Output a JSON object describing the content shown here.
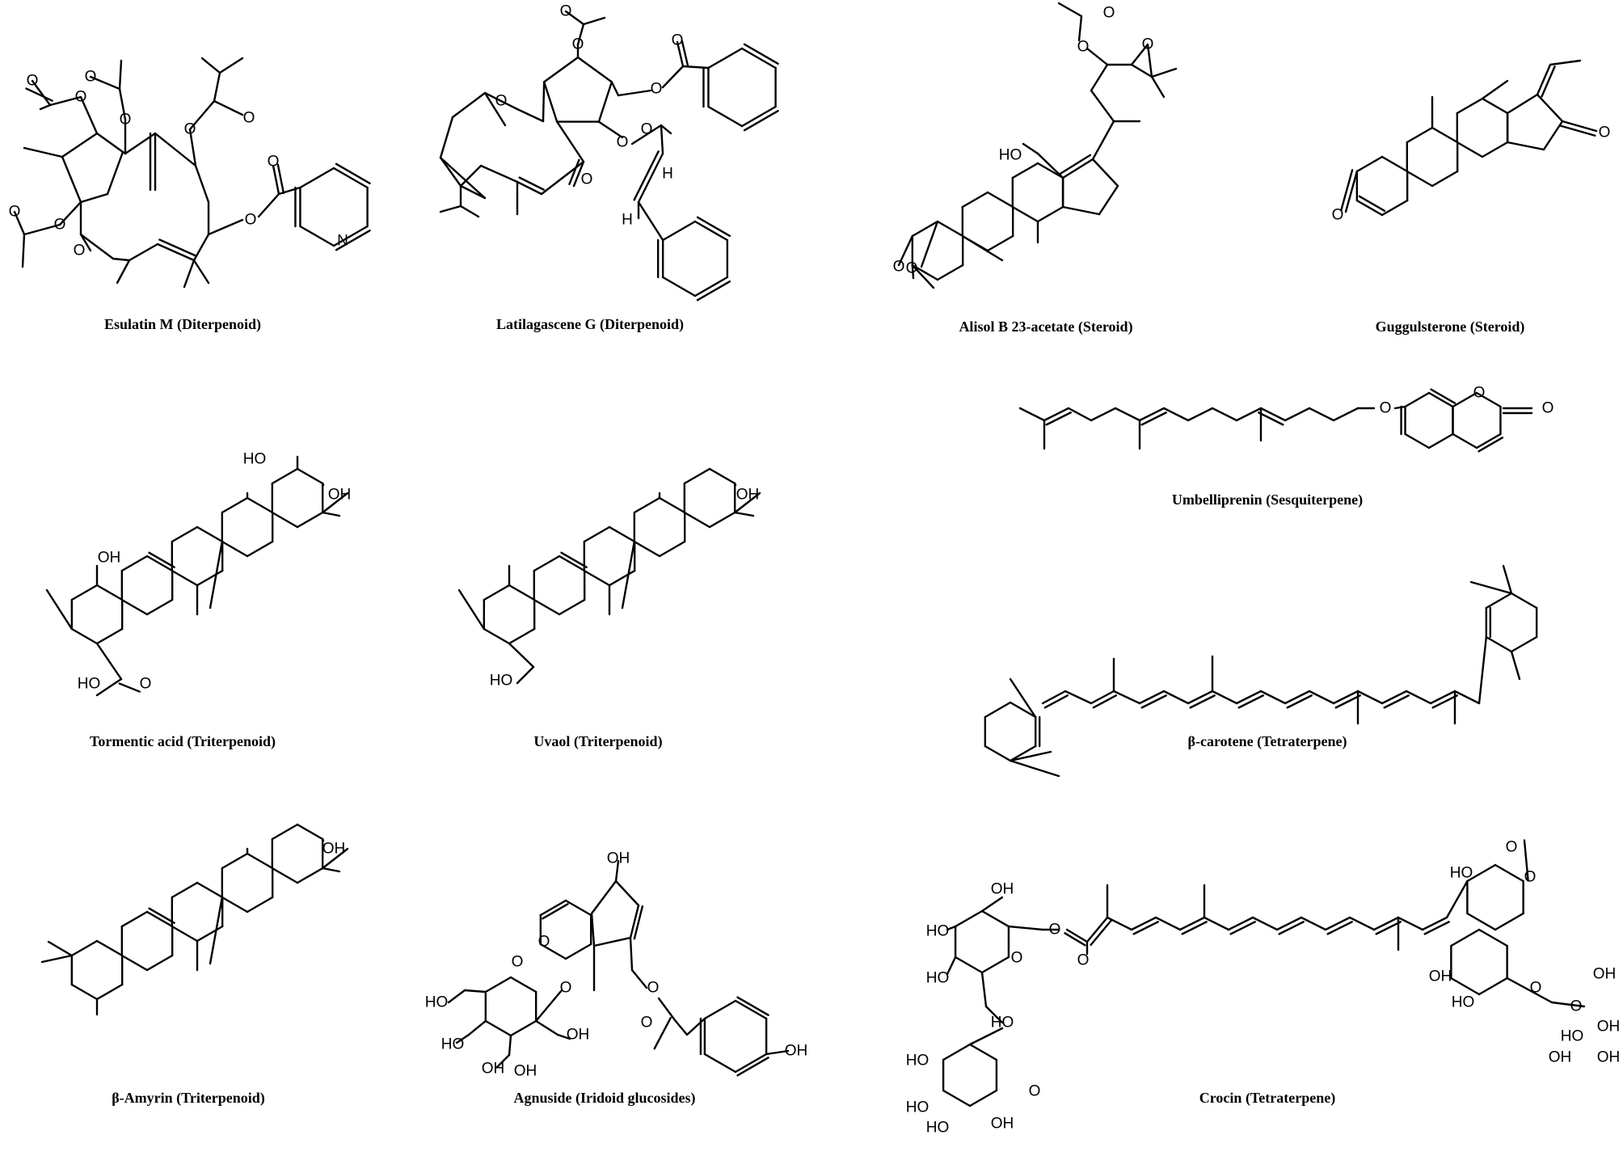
{
  "compounds": [
    {
      "name": "Esulatin M (Diterpenoid)",
      "labels": [
        "O",
        "O",
        "O",
        "O",
        "O",
        "O",
        "O",
        "O",
        "O",
        "O",
        "O",
        "O",
        "O",
        "O",
        "N"
      ]
    },
    {
      "name": "Latilagascene G (Diterpenoid)",
      "labels": [
        "O",
        "O",
        "O",
        "O",
        "O",
        "O",
        "O",
        "O",
        "H",
        "H"
      ]
    },
    {
      "name": "Alisol B 23-acetate (Steroid)",
      "labels": [
        "O",
        "O",
        "O",
        "HO",
        "O"
      ]
    },
    {
      "name": "Guggulsterone (Steroid)",
      "labels": [
        "O",
        "O"
      ]
    },
    {
      "name": "Umbelliprenin (Sesquiterpene)",
      "labels": [
        "O",
        "O",
        "O"
      ]
    },
    {
      "name": "Tormentic acid (Triterpenoid)",
      "labels": [
        "HO",
        "OH",
        "OH",
        "HO",
        "O"
      ]
    },
    {
      "name": "Uvaol (Triterpenoid)",
      "labels": [
        "OH",
        "HO"
      ]
    },
    {
      "name": "β-carotene (Tetraterpene)",
      "labels": []
    },
    {
      "name": "β-Amyrin (Triterpenoid)",
      "labels": [
        "OH"
      ]
    },
    {
      "name": "Agnuside (Iridoid glucosides)",
      "labels": [
        "OH",
        "O",
        "O",
        "O",
        "HO",
        "O",
        "OH",
        "HO",
        "OH",
        "OH",
        "O",
        "OH"
      ]
    },
    {
      "name": "Crocin (Tetraterpene)",
      "labels": [
        "O",
        "O",
        "HO",
        "O",
        "HO",
        "O",
        "OH",
        "HO",
        "HO",
        "O",
        "O",
        "HO",
        "HO",
        "O",
        "OH",
        "O",
        "O",
        "HO",
        "OH",
        "HO",
        "O",
        "OH",
        "HO",
        "OH",
        "OH",
        "OH",
        "O"
      ]
    }
  ]
}
